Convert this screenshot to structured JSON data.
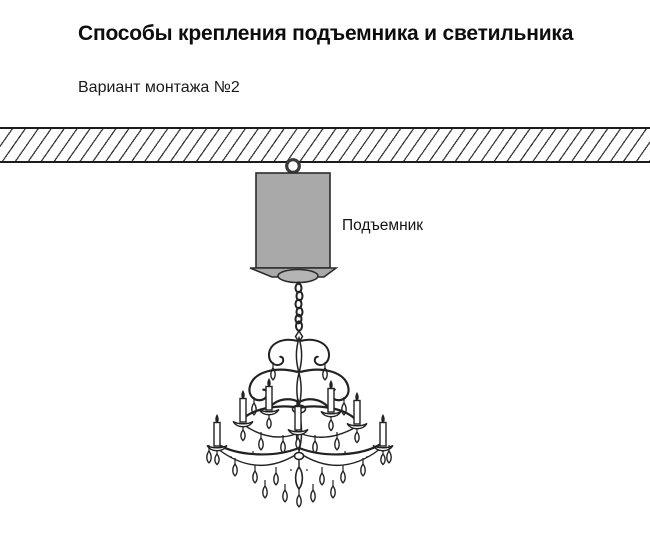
{
  "page": {
    "title": "Способы крепления подъемника и светильника",
    "subtitle": "Вариант монтажа №2"
  },
  "figure": {
    "lifter_label": "Подъемник",
    "parts": {
      "ceiling": "ceiling-slab-hatched",
      "ring": "mount-ring",
      "lifter": "lifter-box",
      "chain": "chain",
      "chandelier": "chandelier"
    }
  },
  "colors": {
    "background": "#ffffff",
    "text": "#111111",
    "outline": "#222222",
    "hatch_line": "#3c3c3c",
    "lifter_fill": "#a9a9a9",
    "dome_fill": "#b4b4b4",
    "ring_stroke": "#3a3a3a"
  }
}
